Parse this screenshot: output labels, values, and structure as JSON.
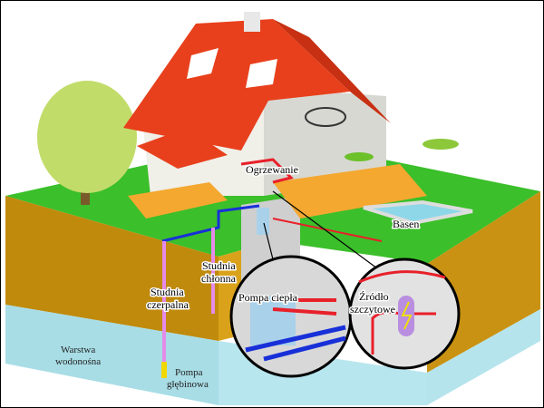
{
  "title": "Heat pump system diagram",
  "labels": {
    "heating": "Ogrzewanie",
    "pool": "Basen",
    "absorption_well_1": "Studnia",
    "absorption_well_2": "chłonna",
    "extraction_well_1": "Studnia",
    "extraction_well_2": "czerpalna",
    "heat_pump": "Pompa ciepła",
    "peak_source_1": "Źródło",
    "peak_source_2": "szczytowe",
    "aquifer_1": "Warstwa",
    "aquifer_2": "wodonośna",
    "deep_pump_1": "Pompa",
    "deep_pump_2": "głębinowa"
  },
  "colors": {
    "grass": "#3bbf2a",
    "soil": "#c8920a",
    "water": "#a8dde6",
    "roof": "#e8401c",
    "wall": "#f2f2ee",
    "pipe_hot": "#e8202a",
    "pipe_cold": "#1830d8",
    "well": "#e58be8"
  }
}
